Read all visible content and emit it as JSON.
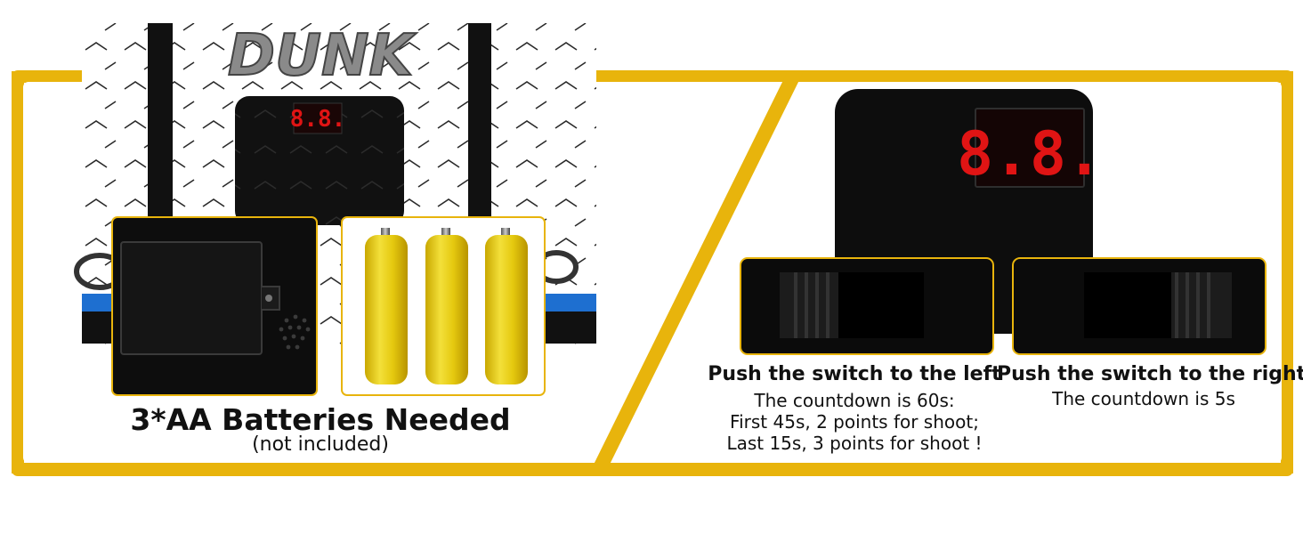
{
  "colors": {
    "accent": "#e8b40c",
    "battery": "#e7cd12",
    "display_digits": "#e01414",
    "panel": "#0d0d0d"
  },
  "product": {
    "logo_text": "DUNK",
    "display_value": "8.8."
  },
  "batteries": {
    "title": "3*AA Batteries Needed",
    "subtitle": "(not included)"
  },
  "switch_left": {
    "title": "Push the switch to the left",
    "lines": [
      "The countdown is 60s:",
      "First 45s, 2 points for shoot;",
      "Last 15s, 3 points for shoot !"
    ]
  },
  "switch_right": {
    "title": "Push the switch to the right",
    "lines": [
      "The countdown is 5s"
    ]
  },
  "icons": [
    "battery-compartment-icon",
    "aa-battery-icon",
    "led-display-icon",
    "slide-switch-icon"
  ]
}
